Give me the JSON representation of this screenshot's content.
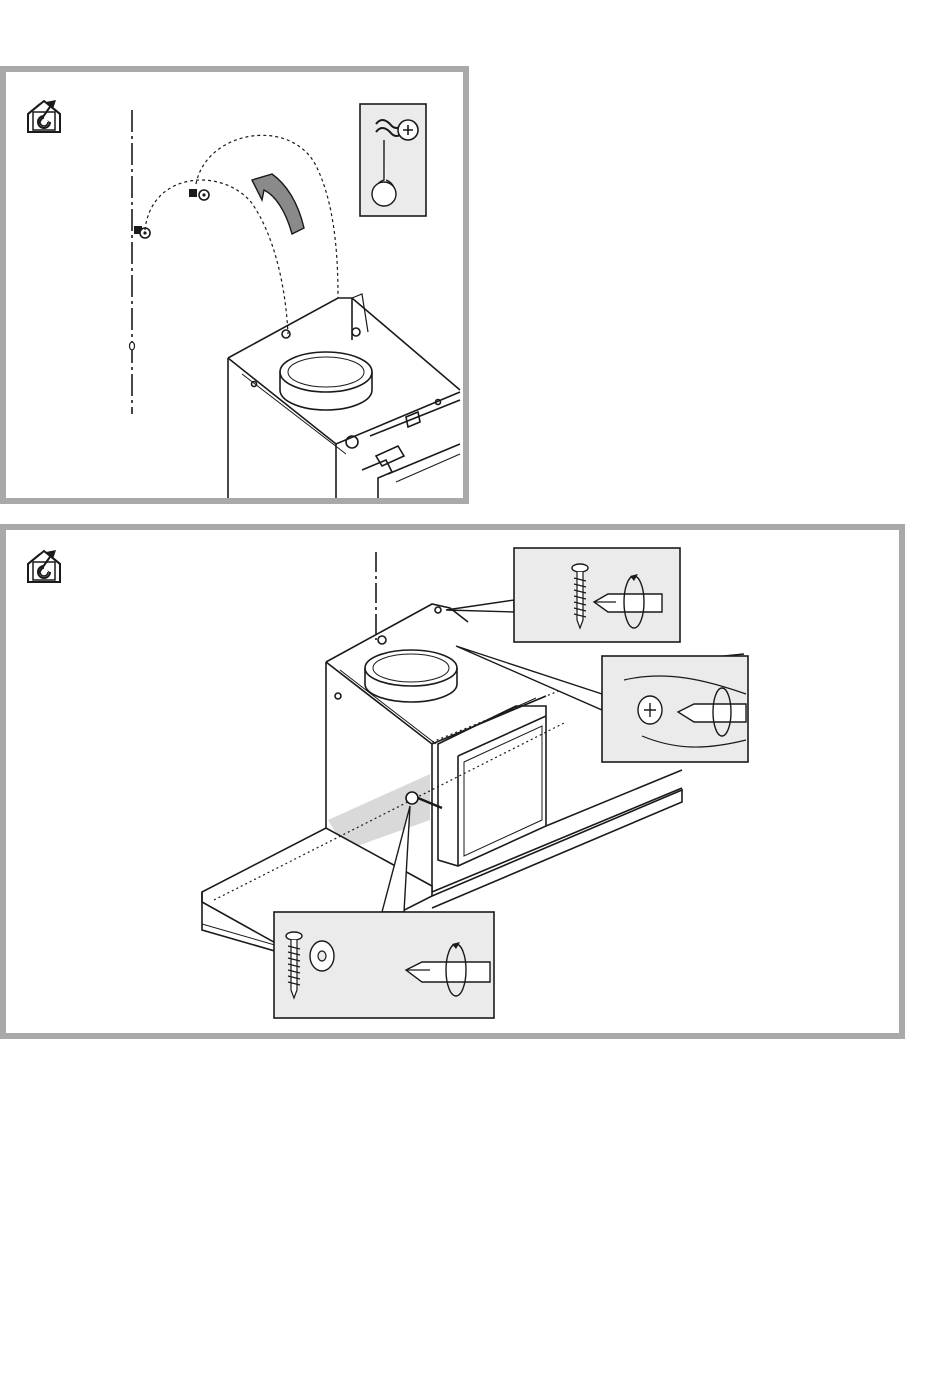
{
  "document": {
    "type": "installation-instructions",
    "steps": [
      {
        "id": "step-a",
        "description": "",
        "icons": [
          "recirculation-mode-icon",
          "extraction-mode-icon"
        ]
      },
      {
        "id": "step-b",
        "description": "",
        "icons": [
          "recirculation-mode-icon",
          "extraction-mode-icon"
        ]
      }
    ]
  },
  "colors": {
    "frame": "#a9a9a9",
    "line": "#1a1a1a",
    "shade": "#d9d9d9",
    "arrow": "#8a8a8a"
  }
}
